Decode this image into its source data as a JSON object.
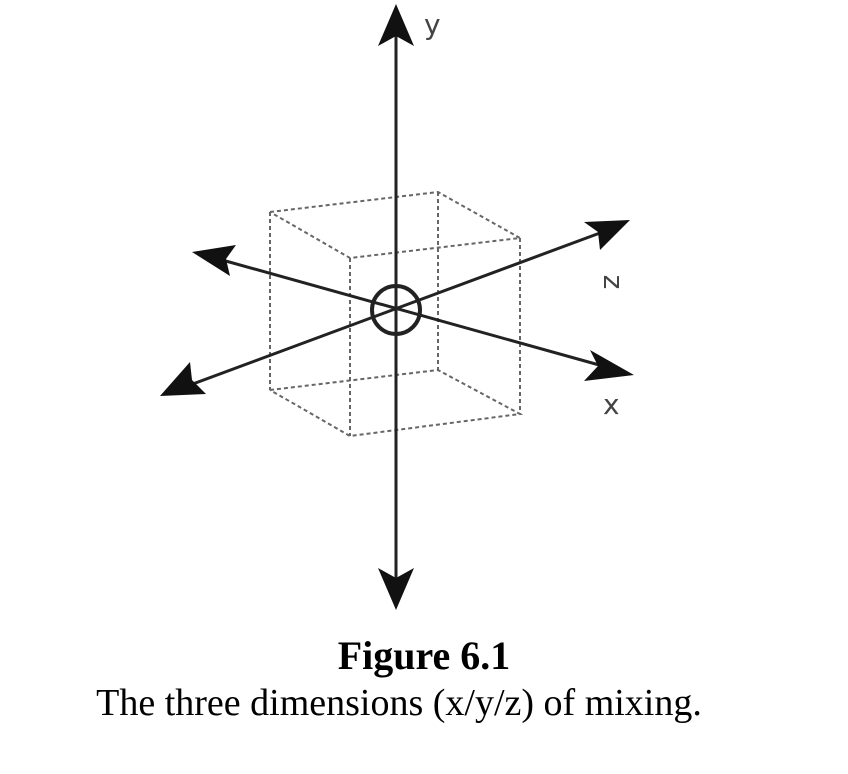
{
  "diagram": {
    "axes": {
      "y_label": "y",
      "z_label": "z",
      "x_label": "x"
    },
    "colors": {
      "axis_stroke": "#222222",
      "box_stroke": "#666666",
      "label_text": "#444444"
    }
  },
  "caption": {
    "title": "Figure 6.1",
    "text": "The three dimensions (x/y/z) of mixing."
  }
}
